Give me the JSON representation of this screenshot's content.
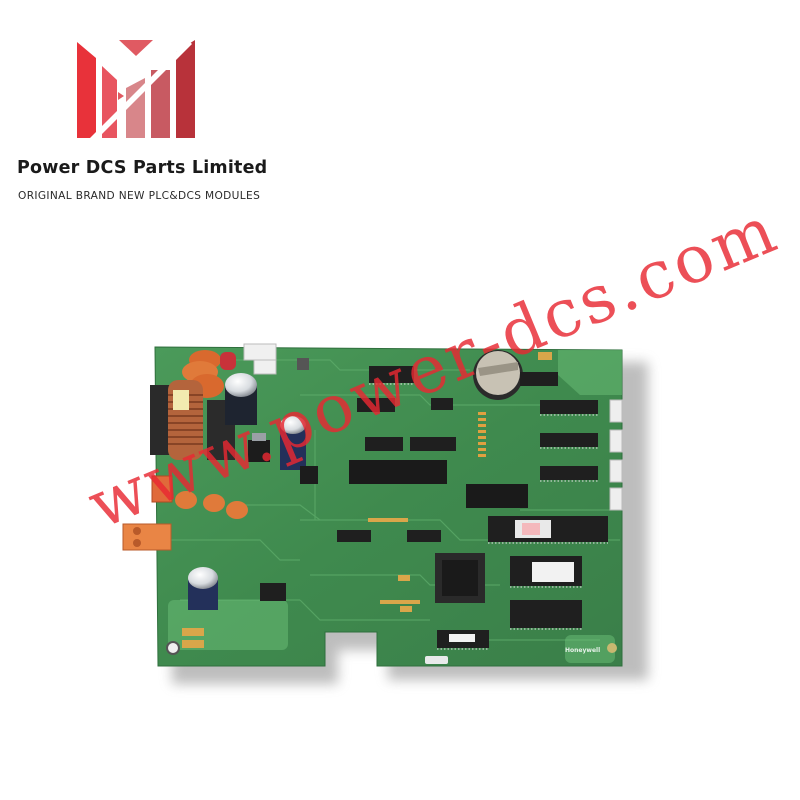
{
  "brand": {
    "name": "Power DCS Parts Limited",
    "tagline": "ORIGINAL BRAND NEW PLC&DCS MODULES",
    "logo_icon": "stylized-m-bars-logo",
    "colors": {
      "bar1": "#e8323a",
      "bar2": "#e85560",
      "triangle": "#e05a62",
      "bar3": "#d8868a",
      "bar4": "#c85a62",
      "bar5": "#b8323a"
    }
  },
  "product_image": {
    "subject": "green printed circuit board module",
    "manufacturer_label": "Honeywell",
    "board_color": "#3f8a4e",
    "connector_color": "#e07a3a"
  },
  "watermark": {
    "text": "www.power-dcs.com",
    "color": "#e82832"
  }
}
